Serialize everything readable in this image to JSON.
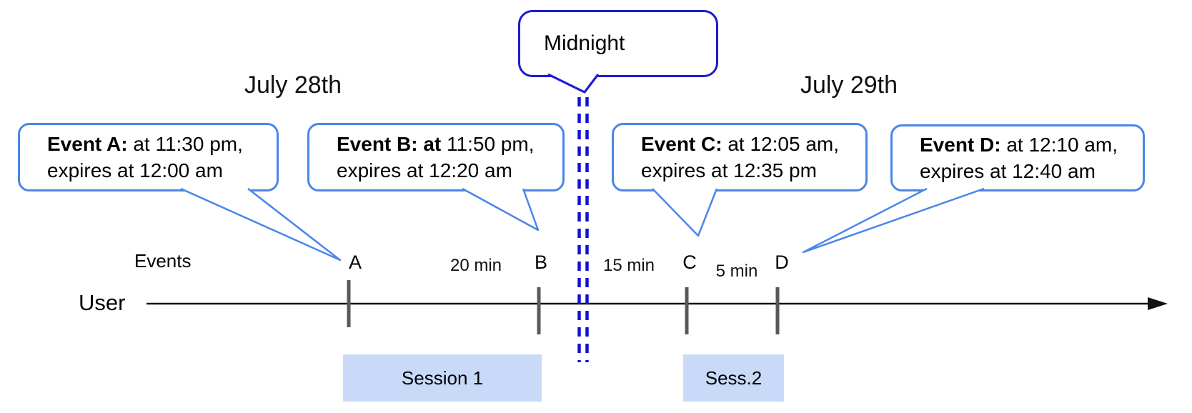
{
  "diagram": {
    "dates": {
      "left": "July 28th",
      "right": "July 29th"
    },
    "midnight": {
      "label": "Midnight"
    },
    "axis": {
      "events_label": "Events",
      "user_label": "User"
    },
    "events": [
      {
        "tick_label": "A",
        "callout_bold": "Event A:",
        "callout_rest": " at 11:30 pm,",
        "callout_line2": "expires at 12:00 am"
      },
      {
        "tick_label": "B",
        "callout_bold": "Event B: at",
        "callout_rest": " 11:50 pm,",
        "callout_line2": "expires at 12:20 am"
      },
      {
        "tick_label": "C",
        "callout_bold": "Event C:",
        "callout_rest": " at 12:05 am,",
        "callout_line2": "expires at 12:35 pm"
      },
      {
        "tick_label": "D",
        "callout_bold": "Event D:",
        "callout_rest": " at 12:10 am,",
        "callout_line2": "expires at 12:40 am"
      }
    ],
    "gaps": [
      {
        "label": "20 min"
      },
      {
        "label": "15 min"
      },
      {
        "label": "5 min"
      }
    ],
    "sessions": [
      {
        "label": "Session 1"
      },
      {
        "label": "Sess.2"
      }
    ],
    "colors": {
      "event_callout_border": "#4a86e8",
      "midnight_border": "#1b1bd1",
      "midnight_dash": "#1212d4",
      "session_fill": "#c9daf8",
      "timeline_color": "#111111",
      "tick_color": "#595959",
      "text_color": "#000000"
    }
  }
}
